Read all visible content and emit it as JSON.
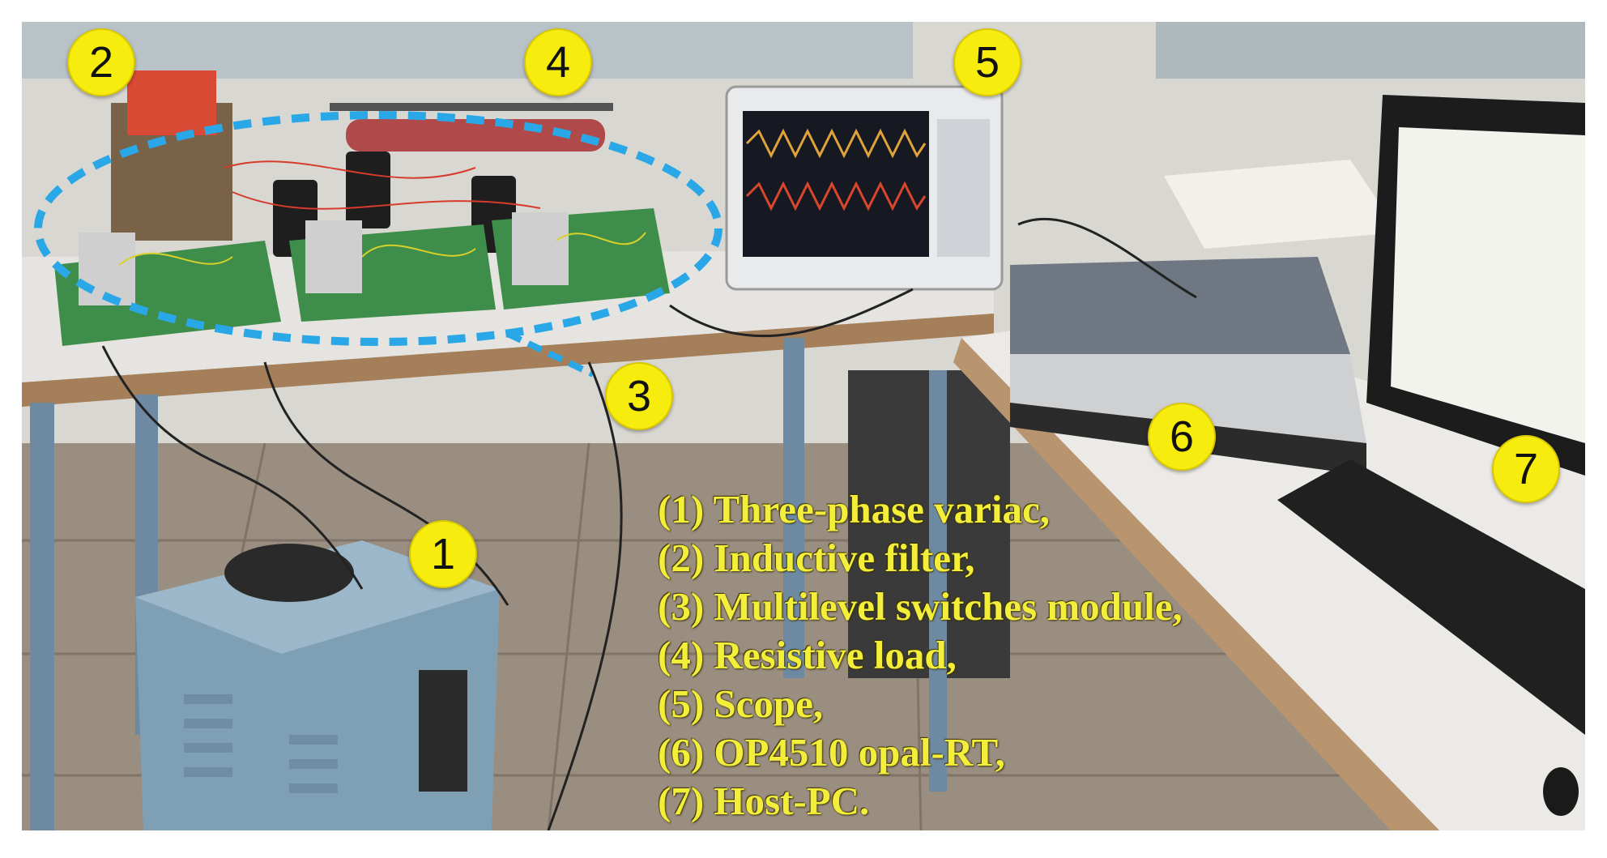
{
  "badges": [
    {
      "id": "1",
      "label": "1"
    },
    {
      "id": "2",
      "label": "2"
    },
    {
      "id": "3",
      "label": "3"
    },
    {
      "id": "4",
      "label": "4"
    },
    {
      "id": "5",
      "label": "5"
    },
    {
      "id": "6",
      "label": "6"
    },
    {
      "id": "7",
      "label": "7"
    }
  ],
  "legend": [
    "(1) Three-phase variac,",
    "(2) Inductive filter,",
    "(3) Multilevel switches module,",
    "(4) Resistive load,",
    "(5) Scope,",
    "(6) OP4510 opal-RT,",
    "(7) Host-PC."
  ],
  "colors": {
    "badge": "#f6ec0d",
    "legend_text": "#f3ee3a",
    "highlight_ellipse": "#2aa7e6"
  }
}
